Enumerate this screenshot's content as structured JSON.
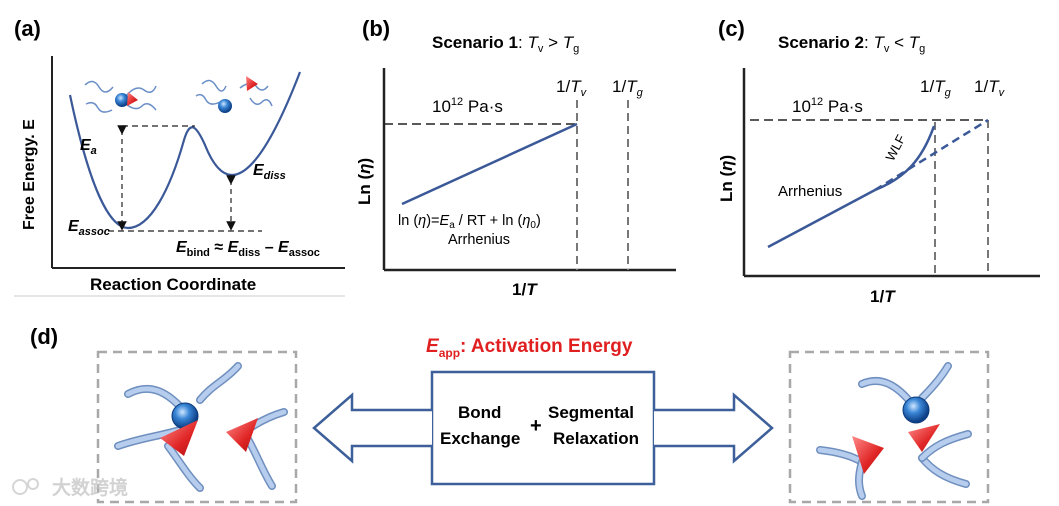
{
  "panel_a": {
    "label": "(a)",
    "y_axis": "Free Energy. E",
    "x_axis": "Reaction Coordinate",
    "ea": {
      "main": "E",
      "sub": "a"
    },
    "ediss": {
      "main": "E",
      "sub": "diss"
    },
    "eassoc": {
      "main": "E",
      "sub": "assoc"
    },
    "ebind": {
      "e1": "E",
      "s1": "bind",
      "approx": " ≈ ",
      "e2": "E",
      "s2": "diss",
      "minus": " – ",
      "e3": "E",
      "s3": "assoc"
    }
  },
  "panel_b": {
    "label": "(b)",
    "title_prefix": "Scenario 1",
    "title_colon": ": ",
    "t1": "T",
    "t1sub": "v",
    "op": " > ",
    "t2": "T",
    "t2sub": "g",
    "viscosity": "10",
    "viscosity_exp": "12",
    "viscosity_unit": " Pa·s",
    "inv_tv": {
      "pre": "1/",
      "t": "T",
      "sub": "v"
    },
    "inv_tg": {
      "pre": "1/",
      "t": "T",
      "sub": "g"
    },
    "ylabel": {
      "pre": "Ln (",
      "eta": "η",
      "post": ")"
    },
    "xlabel": {
      "pre": "1/",
      "t": "T"
    },
    "equation": {
      "a": "ln (",
      "b": "η",
      "c": ")=",
      "d": "E",
      "e": "a",
      "f": " / RT + ln (",
      "g": "η",
      "h": "0",
      "i": ")"
    },
    "arrhenius": "Arrhenius"
  },
  "panel_c": {
    "label": "(c)",
    "title_prefix": "Scenario 2",
    "title_colon": ": ",
    "t1": "T",
    "t1sub": "v",
    "op": " < ",
    "t2": "T",
    "t2sub": "g",
    "viscosity": "10",
    "viscosity_exp": "12",
    "viscosity_unit": " Pa·s",
    "inv_tg": {
      "pre": "1/",
      "t": "T",
      "sub": "g"
    },
    "inv_tv": {
      "pre": "1/",
      "t": "T",
      "sub": "v"
    },
    "ylabel": {
      "pre": "Ln (",
      "eta": "η",
      "post": ")"
    },
    "xlabel": {
      "pre": "1/",
      "t": "T"
    },
    "wlf": "WLF",
    "arrhenius": "Arrhenius"
  },
  "panel_d": {
    "label": "(d)",
    "title_e": "E",
    "title_sub": "app",
    "title_rest": ": Activation Energy",
    "left_text_1": "Bond",
    "left_text_2": "Exchange",
    "plus": "+",
    "right_text_1": "Segmental",
    "right_text_2": "Relaxation"
  },
  "watermark": "大数跨境",
  "colors": {
    "curve": "#3b5998",
    "axis": "#222222",
    "red_title": "#e02020",
    "box_border": "#3d5f9a",
    "dashed_box": "#a8a8a8",
    "strand": "#9db6df",
    "bead": "#1f6fc4",
    "triangle": "#e23030"
  }
}
